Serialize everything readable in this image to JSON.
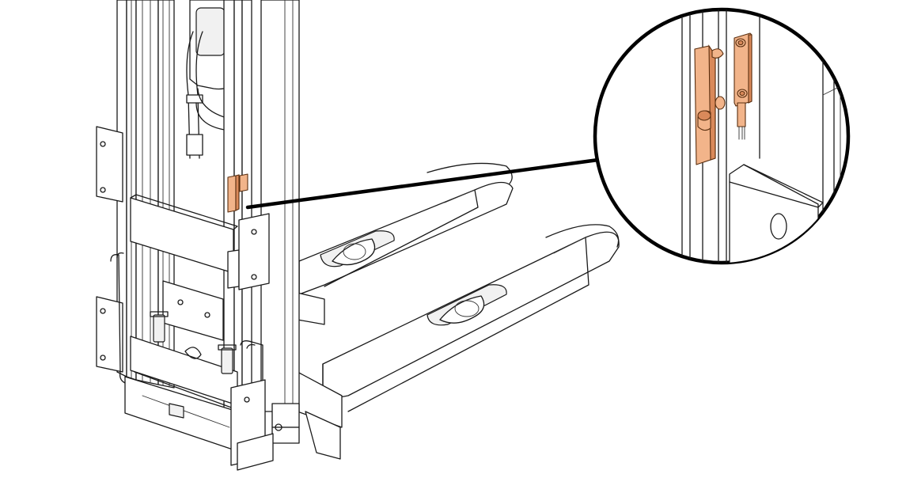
{
  "figure": {
    "kind": "technical-illustration",
    "subject": "pallet-truck-mast",
    "colors": {
      "highlight": "#f2b48a",
      "highlight_dark": "#d9895a",
      "line": "#1a1a1a",
      "background": "#ffffff"
    },
    "callout": {
      "shape": "circle",
      "style": "magnified-detail"
    }
  }
}
